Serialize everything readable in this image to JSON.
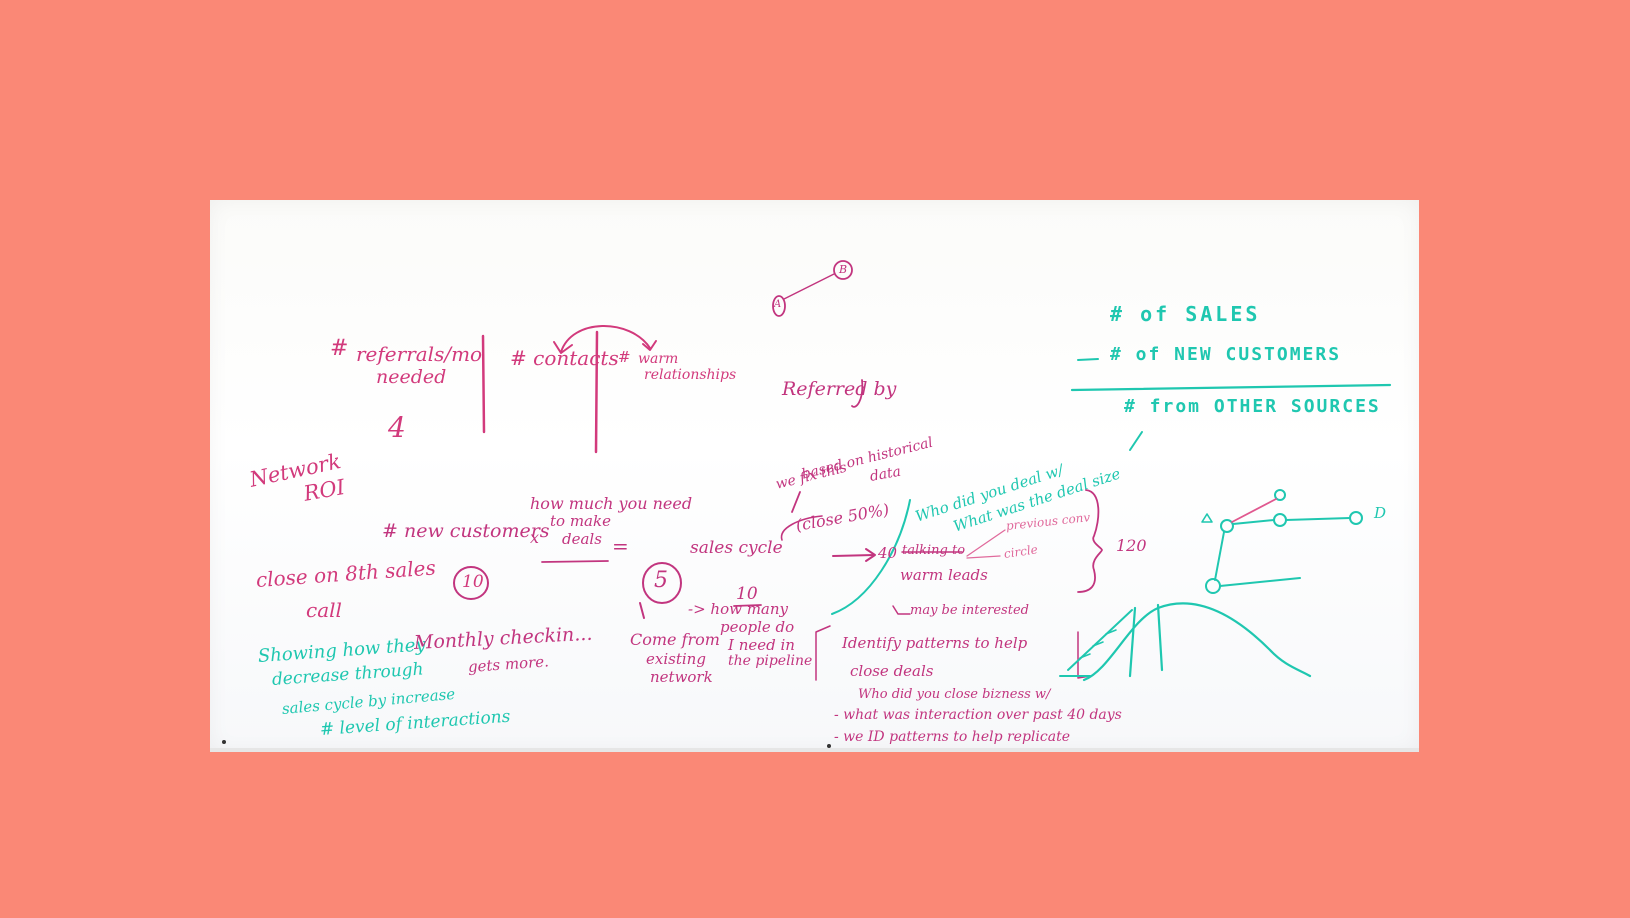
{
  "colors": {
    "background": "#fa8876",
    "board": "#ffffff",
    "pink_marker": "#d23a7c",
    "magenta_marker": "#c2357f",
    "teal_marker": "#1fc7b0"
  },
  "whiteboard": {
    "top_left": {
      "referrals_hash": "#",
      "referrals_line1": "referrals/mo",
      "referrals_line2": "needed",
      "referrals_value": "4",
      "contacts": "# contacts",
      "warm_hash": "#",
      "warm_line1": "warm",
      "warm_line2": "relationships"
    },
    "network": {
      "line1": "Network",
      "line2": "ROI",
      "new_customers": "# new customers",
      "times": "x",
      "need_line1": "how much you need",
      "need_line2": "to make",
      "need_line3": "deals",
      "equals": "=",
      "close_line1": "close on 8th sales",
      "close_line2": "call",
      "close_value": "10"
    },
    "teal_left": {
      "showing_line1": "Showing how they",
      "showing_line2": "decrease through",
      "monthly": "Monthly checkin...",
      "gets_more": "gets more.",
      "cycle_line1": "sales cycle by increase",
      "cycle_line2": "# level of interactions"
    },
    "middle": {
      "ab_a": "A",
      "ab_b": "B",
      "referred_by": "Referred by",
      "fix_line1": "we fix this",
      "fix_line2": "based on historical",
      "fix_line3": "data",
      "close_pct": "(close 50%)",
      "sales_cycle": "sales cycle",
      "circled_five": "5",
      "ten": "10",
      "how_many_line1": "-> how many",
      "how_many_line2": "people do",
      "how_many_line3": "I need in",
      "how_many_line4": "the pipeline",
      "come_line1": "Come from",
      "come_line2": "existing",
      "come_line3": "network",
      "forty": "40",
      "talking_to": "talking to",
      "warm_leads": "warm leads",
      "may_be": "may be interested",
      "previous": "previous conv",
      "circle": "circle",
      "bracket_total": "120",
      "who_deal_line1": "Who did you deal w/",
      "who_deal_line2": "What was the deal size"
    },
    "bottom_center": {
      "line1": "Identify patterns to help",
      "line2": "close deals",
      "line3": "Who did you close bizness w/",
      "line4": "- what was interaction over past 40 days",
      "line5": "- we ID patterns to help replicate"
    },
    "teal_right": {
      "sales": "# of SALES",
      "new_customers": "# of NEW CUSTOMERS",
      "from_other": "# from OTHER SOURCES",
      "graph_label": "D"
    }
  }
}
